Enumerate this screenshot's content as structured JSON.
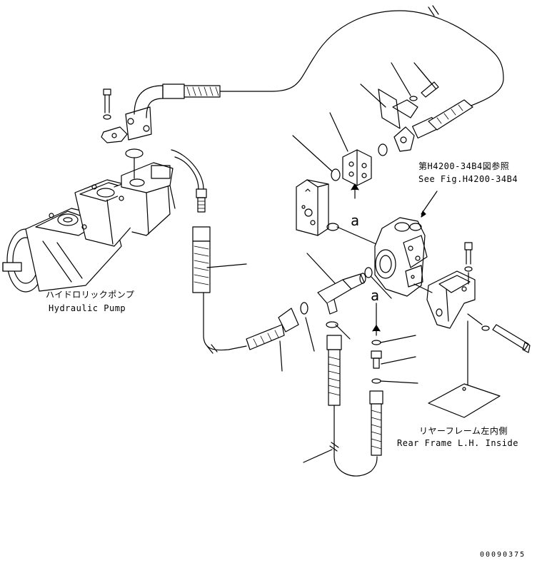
{
  "labels": {
    "hydraulic_pump_jp": "ハイドロリックポンプ",
    "hydraulic_pump_en": "Hydraulic Pump",
    "see_fig_jp": "第H4200-34B4図参照",
    "see_fig_en": "See Fig.H4200-34B4",
    "rear_frame_jp": "リヤーフレーム左内側",
    "rear_frame_en": "Rear Frame L.H. Inside"
  },
  "markers": {
    "a_upper": "a",
    "a_lower": "a"
  },
  "drawing_code": "00090375"
}
